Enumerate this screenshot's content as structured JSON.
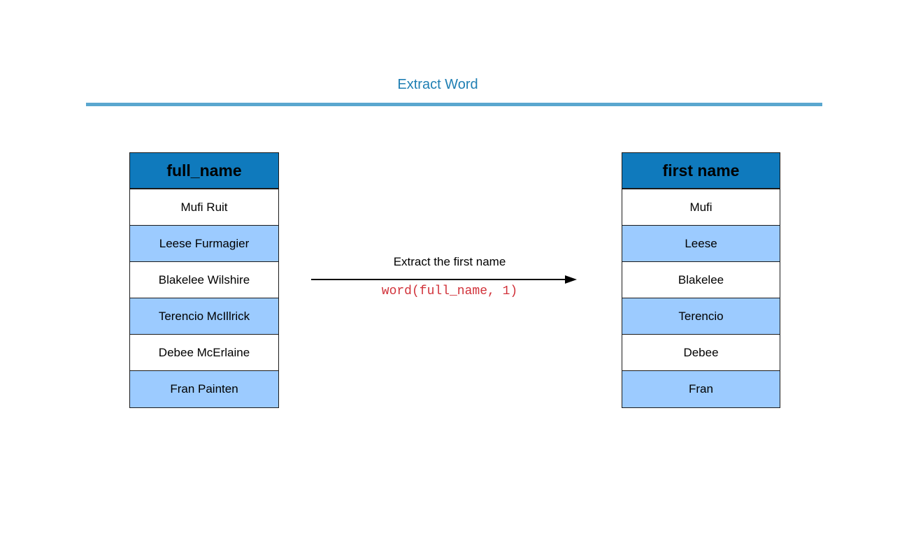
{
  "title": "Extract Word",
  "left_table": {
    "header": "full_name",
    "rows": [
      "Mufi Ruit",
      "Leese Furmagier",
      "Blakelee Wilshire",
      "Terencio McIllrick",
      "Debee McErlaine",
      "Fran Painten"
    ]
  },
  "right_table": {
    "header": "first name",
    "rows": [
      "Mufi",
      "Leese",
      "Blakelee",
      "Terencio",
      "Debee",
      "Fran"
    ]
  },
  "transform": {
    "label": "Extract the first name",
    "code": "word(full_name, 1)"
  },
  "colors": {
    "title": "#1f7fb3",
    "rule": "#5aa7cf",
    "header_bg": "#0f7abd",
    "row_alt_bg": "#9ccbff",
    "code": "#d1323a"
  }
}
